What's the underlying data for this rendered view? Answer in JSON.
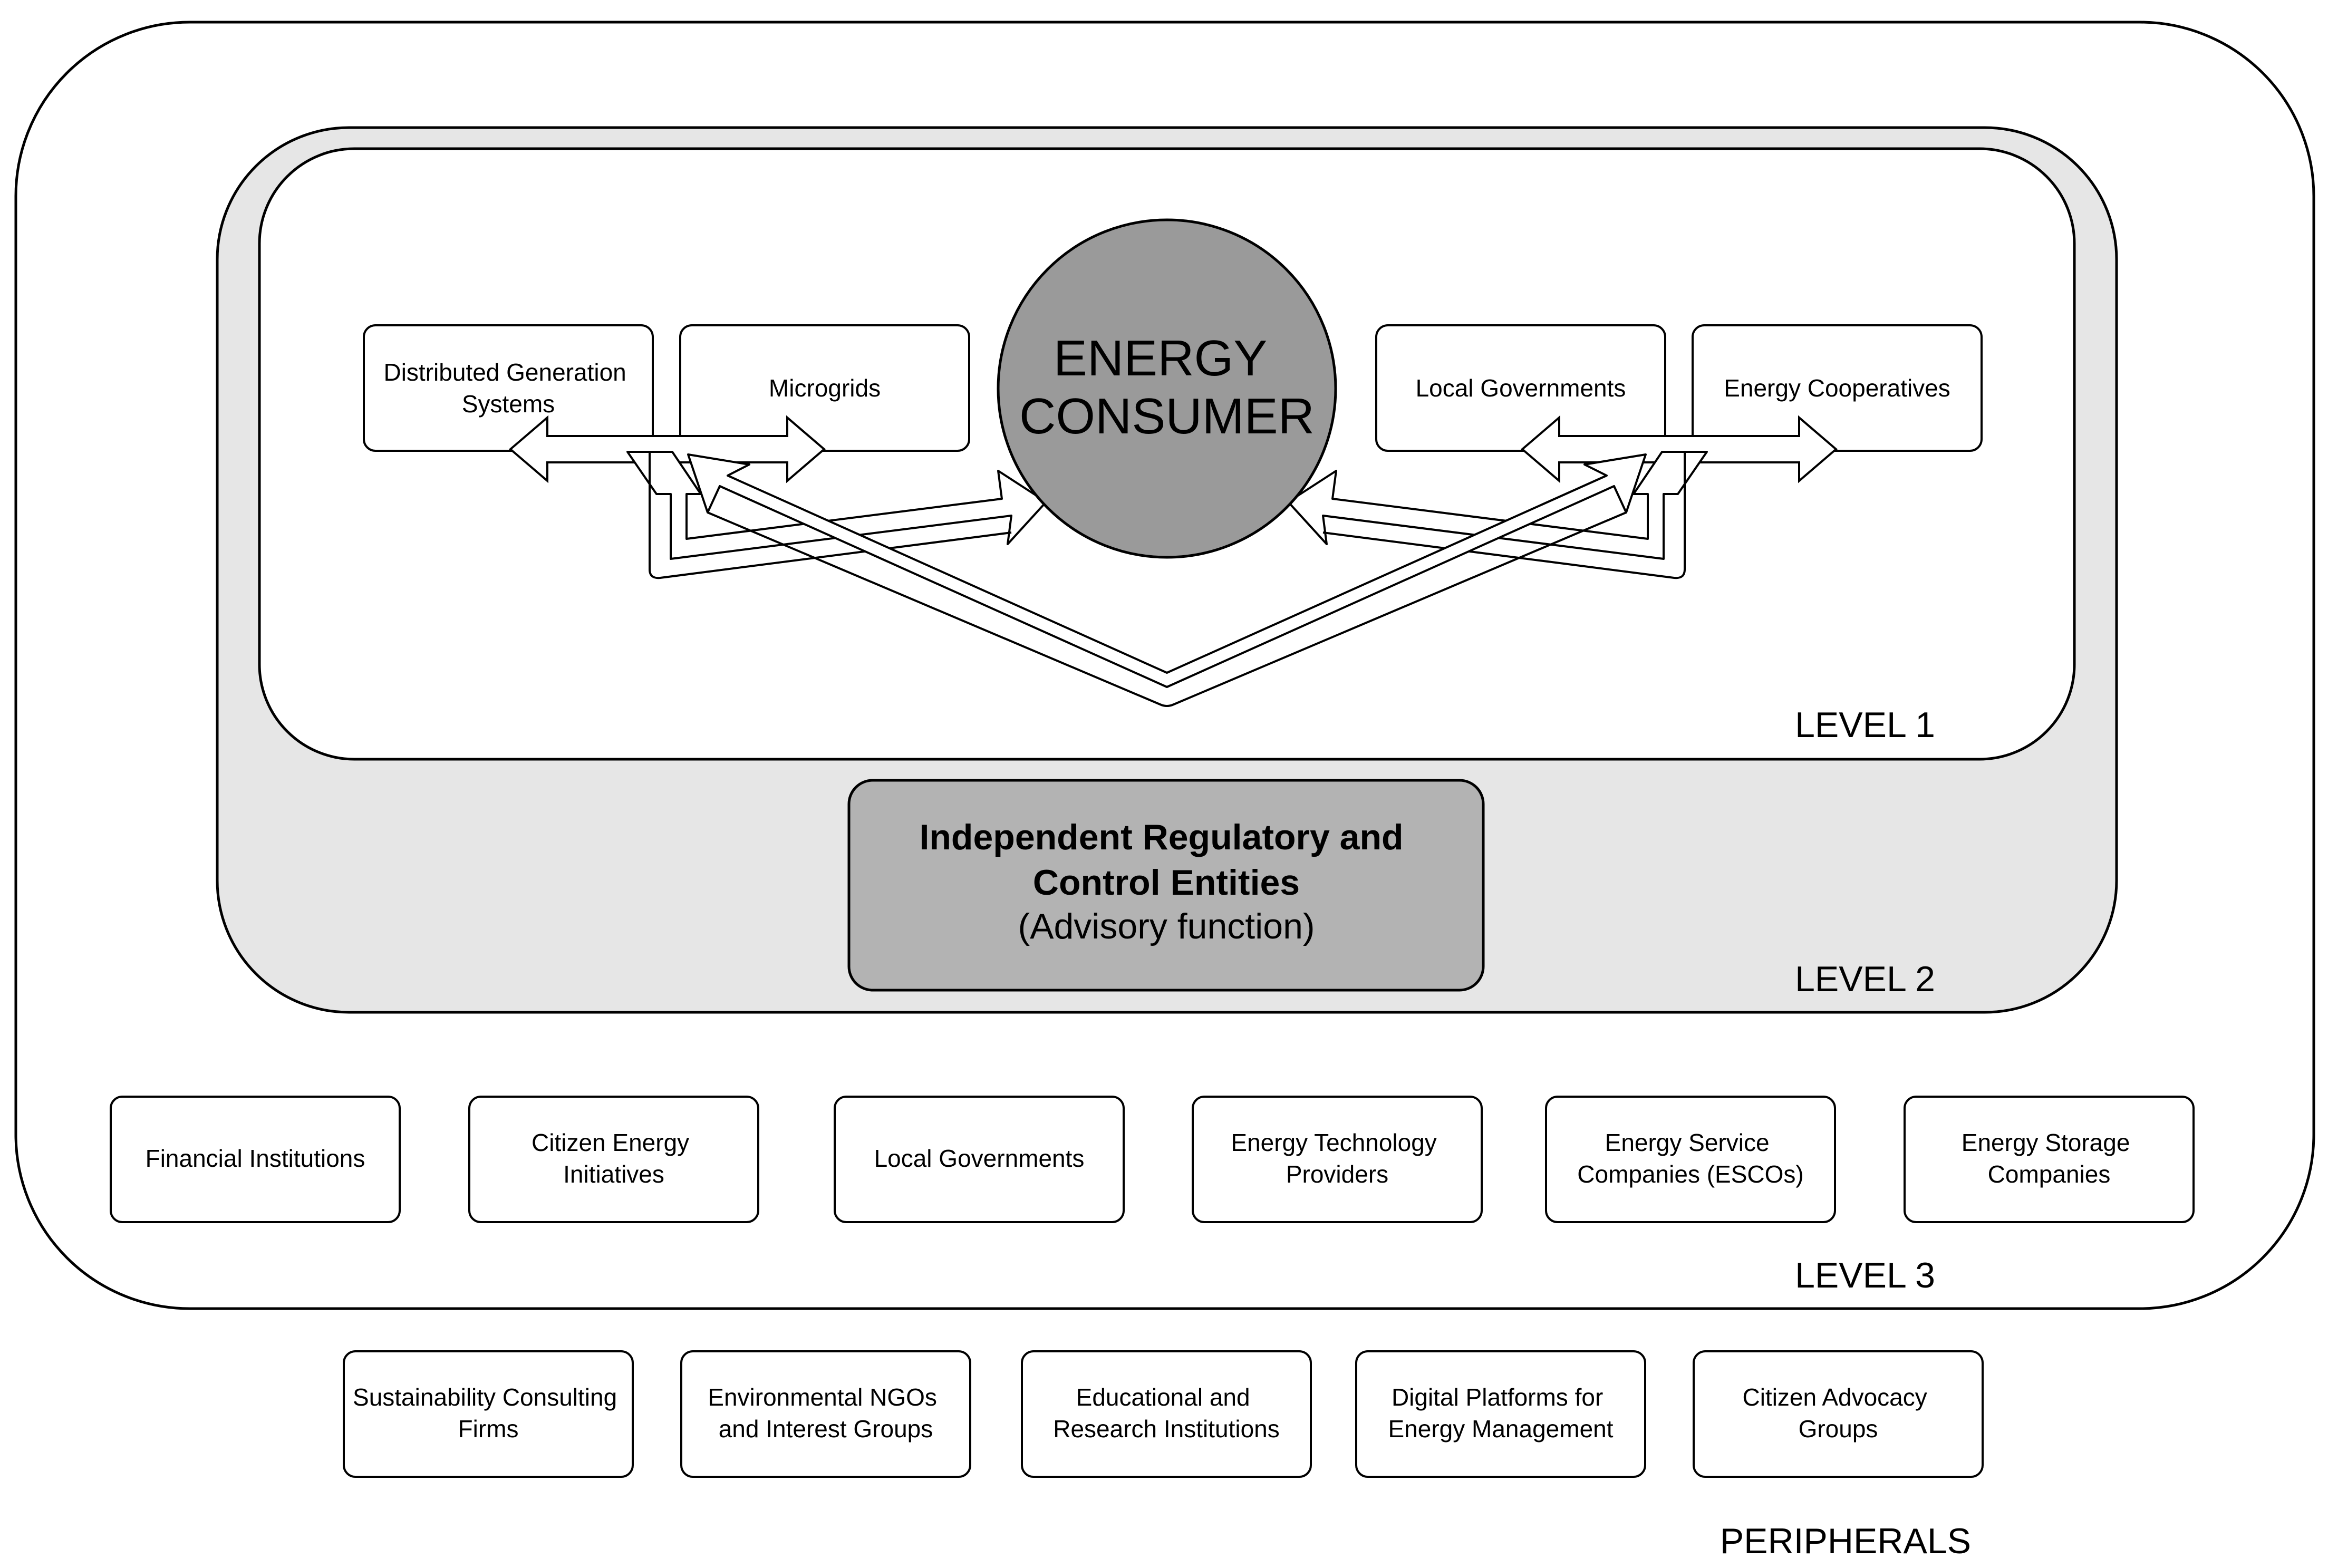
{
  "level1": {
    "label": "LEVEL 1",
    "consumer": [
      "ENERGY",
      "CONSUMER"
    ],
    "boxes": [
      {
        "lines": [
          "Distributed Generation",
          "Systems"
        ]
      },
      {
        "lines": [
          "Microgrids"
        ]
      },
      {
        "lines": [
          "Local Governments"
        ]
      },
      {
        "lines": [
          "Energy Cooperatives"
        ]
      }
    ]
  },
  "level2": {
    "label": "LEVEL 2",
    "regulator": {
      "title_lines": [
        "Independent Regulatory and",
        "Control Entities"
      ],
      "subtitle": "(Advisory function)"
    }
  },
  "level3": {
    "label": "LEVEL 3",
    "boxes": [
      {
        "lines": [
          "Financial Institutions"
        ]
      },
      {
        "lines": [
          "Citizen Energy",
          "Initiatives"
        ]
      },
      {
        "lines": [
          "Local Governments"
        ]
      },
      {
        "lines": [
          "Energy Technology",
          "Providers"
        ]
      },
      {
        "lines": [
          "Energy Service",
          "Companies (ESCOs)"
        ]
      },
      {
        "lines": [
          "Energy Storage",
          "Companies"
        ]
      }
    ]
  },
  "peripherals": {
    "label": "PERIPHERALS",
    "boxes": [
      {
        "lines": [
          "Sustainability Consulting",
          "Firms"
        ]
      },
      {
        "lines": [
          "Environmental NGOs",
          "and Interest Groups"
        ]
      },
      {
        "lines": [
          "Educational and",
          "Research Institutions"
        ]
      },
      {
        "lines": [
          "Digital Platforms for",
          "Energy Management"
        ]
      },
      {
        "lines": [
          "Citizen Advocacy",
          "Groups"
        ]
      }
    ]
  },
  "colors": {
    "stroke": "#000000",
    "level2_fill": "#e6e6e6",
    "consumer_fill": "#9a9a9a",
    "regulator_fill": "#b3b3b3",
    "box_fill": "#ffffff"
  }
}
